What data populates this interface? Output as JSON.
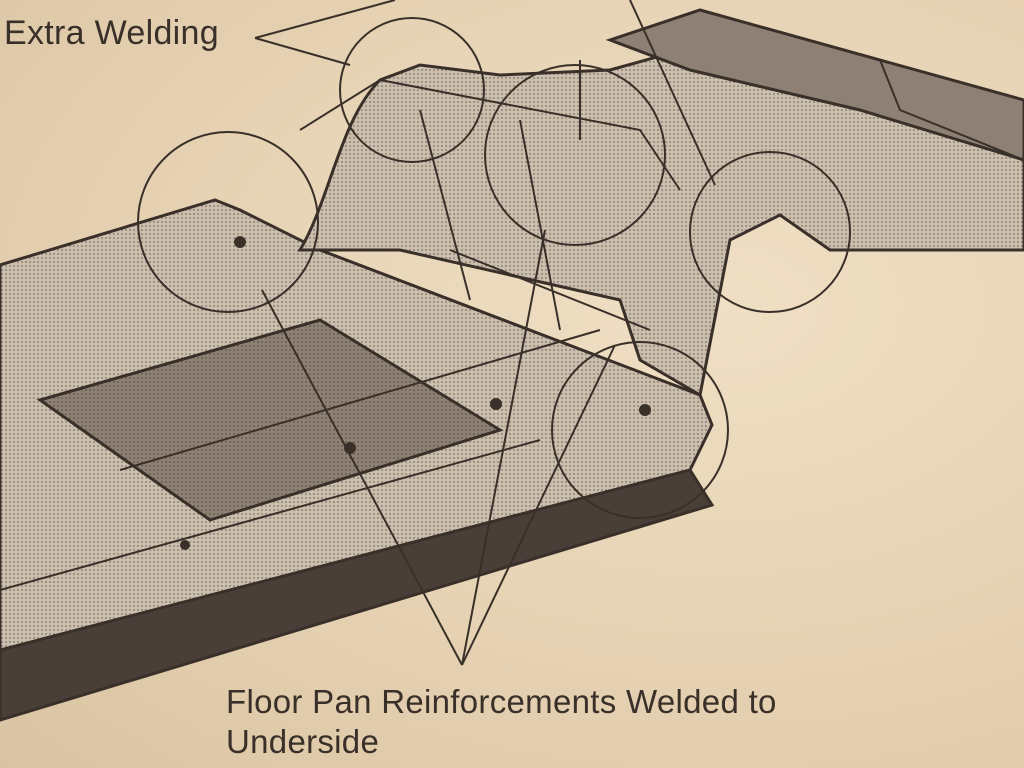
{
  "callouts": {
    "extra_welding": "Extra Welding",
    "floor_pan_line1": "Floor Pan Reinforcements Welded to",
    "floor_pan_line2": "Underside"
  },
  "colors": {
    "paper": "#e7d5b8",
    "ink": "#3a302a",
    "metal_dark": "#4a3f38",
    "metal_mid": "#8e8074",
    "metal_light": "#cdbfae"
  }
}
